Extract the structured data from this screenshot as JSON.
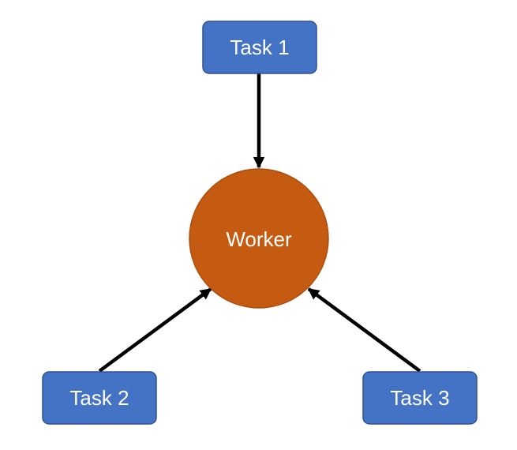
{
  "nodes": {
    "task1": {
      "label": "Task 1"
    },
    "task2": {
      "label": "Task 2"
    },
    "task3": {
      "label": "Task 3"
    },
    "worker": {
      "label": "Worker"
    }
  },
  "edges": [
    {
      "from": "task1",
      "to": "worker"
    },
    {
      "from": "task2",
      "to": "worker"
    },
    {
      "from": "task3",
      "to": "worker"
    }
  ],
  "colors": {
    "task_fill": "#4472c4",
    "worker_fill": "#c55a11",
    "arrow": "#000000"
  }
}
